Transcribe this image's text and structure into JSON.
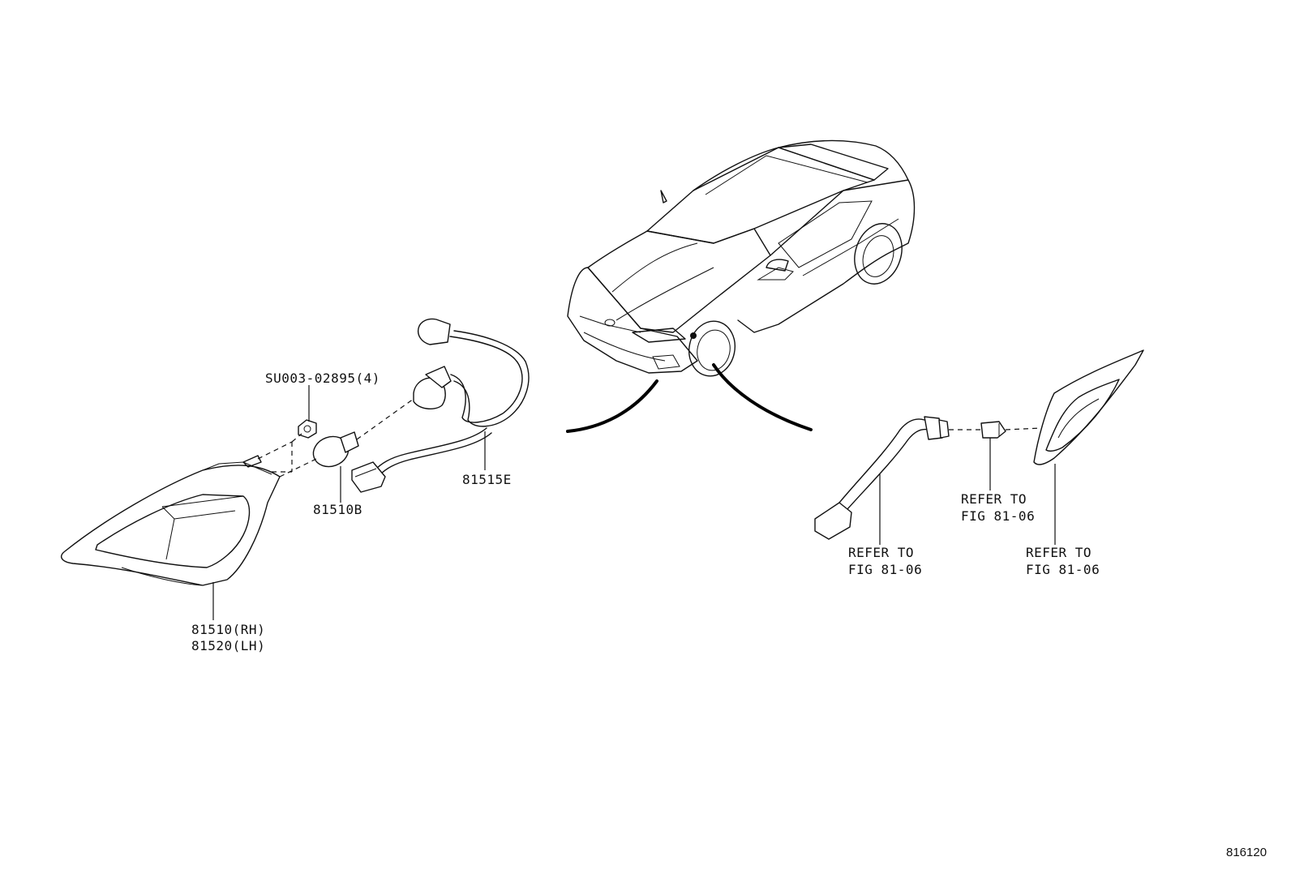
{
  "labels": {
    "clip": "SU003-02895(4)",
    "bulb": "81510B",
    "harness": "81515E",
    "lamp_rh": "81510(RH)",
    "lamp_lh": "81520(LH)",
    "refer_harness": "REFER TO\nFIG 81-06",
    "refer_bulb": "REFER TO\nFIG 81-06",
    "refer_lens": "REFER TO\nFIG 81-06"
  },
  "figure_number": "816120"
}
